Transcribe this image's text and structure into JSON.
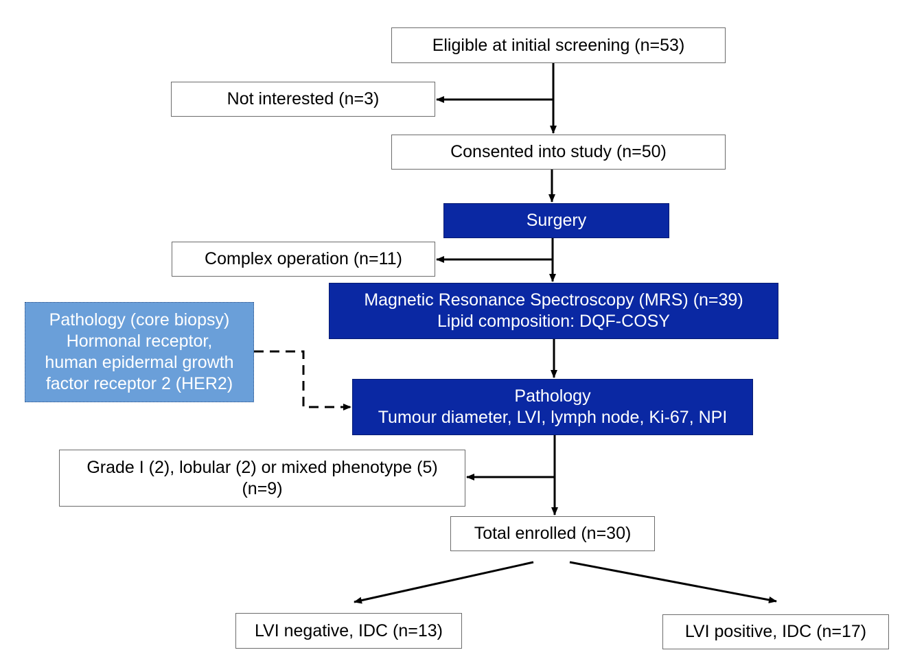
{
  "colors": {
    "navy_box": "#0a28a3",
    "light_blue_box": "#6a9fd9",
    "arrow": "#000000"
  },
  "boxes": {
    "eligible": "Eligible at initial screening (n=53)",
    "not_interested": "Not interested (n=3)",
    "consented": "Consented into study (n=50)",
    "surgery": "Surgery",
    "complex_operation": "Complex operation (n=11)",
    "mrs": {
      "line1": "Magnetic Resonance Spectroscopy (MRS) (n=39)",
      "line2": "Lipid composition: DQF-COSY"
    },
    "core_biopsy": {
      "line1": "Pathology (core biopsy)",
      "line2": "Hormonal receptor,",
      "line3": "human epidermal growth",
      "line4": "factor receptor 2 (HER2)"
    },
    "pathology": {
      "line1": "Pathology",
      "line2": "Tumour diameter, LVI, lymph node, Ki-67, NPI"
    },
    "excluded_grade": {
      "line1": "Grade I (2), lobular (2) or mixed phenotype (5)",
      "line2": "(n=9)"
    },
    "total_enrolled": "Total enrolled (n=30)",
    "lvi_negative": "LVI negative, IDC (n=13)",
    "lvi_positive": "LVI positive, IDC (n=17)"
  }
}
